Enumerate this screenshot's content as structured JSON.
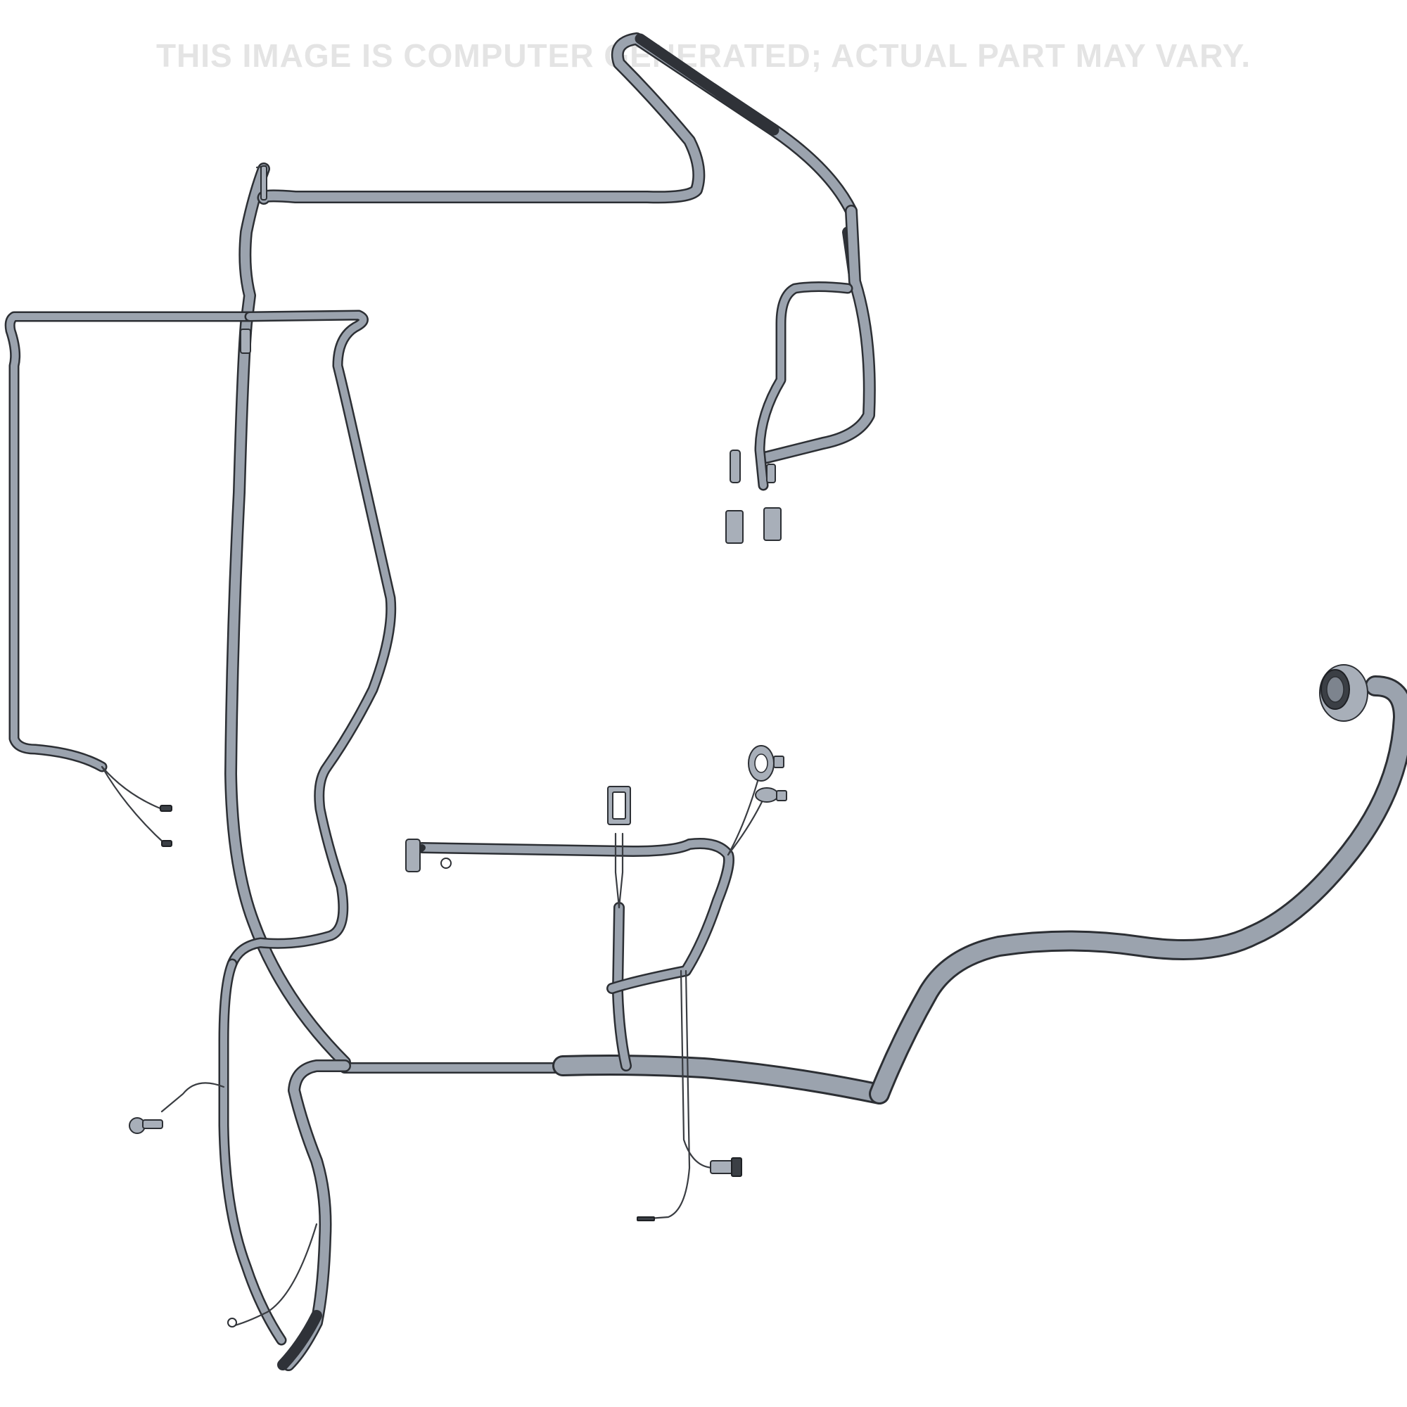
{
  "watermark": "THIS IMAGE IS COMPUTER GENERATED; ACTUAL PART MAY VARY.",
  "colors": {
    "harness": "#9ba3ae",
    "harness_dark": "#3c4047",
    "outline": "#2c2f34",
    "watermark": "#e4e4e4",
    "background": "#ffffff"
  },
  "image": {
    "subject": "wiring-harness",
    "components": [
      "main-harness-trunk",
      "left-branch",
      "top-branch",
      "right-branch",
      "round-connector",
      "ring-terminals",
      "inline-connectors"
    ]
  }
}
